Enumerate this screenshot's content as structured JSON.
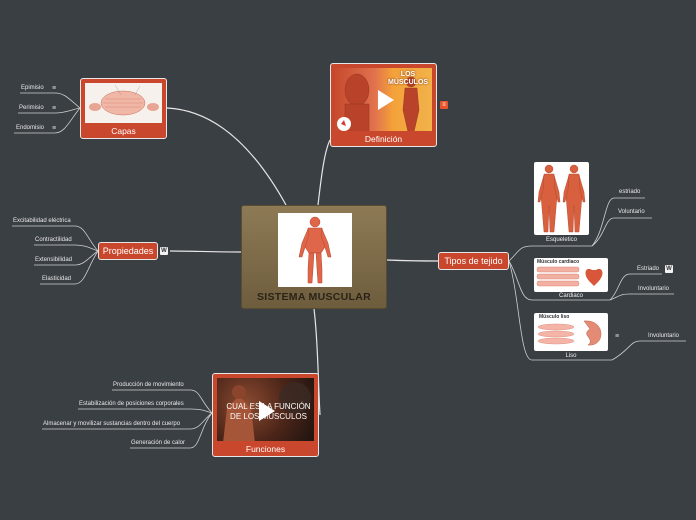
{
  "central": {
    "title": "SISTEMA MUSCULAR"
  },
  "definicion": {
    "label": "Definición",
    "video_title": "LOS MÚSCULOS"
  },
  "capas": {
    "label": "Capas",
    "items": [
      "Epimisio",
      "Perimisio",
      "Endomisio"
    ]
  },
  "propiedades": {
    "label": "Propiedades",
    "items": [
      "Excitabilidad eléctrica",
      "Contractilidad",
      "Extensibilidad",
      "Elasticidad"
    ]
  },
  "funciones": {
    "label": "Funciones",
    "video_title": "CUAL ES LA FUNCIÓN DE LOS MUSCULOS",
    "items": [
      "Producción de movimiento",
      "Estabilización de posiciones corporales",
      "Almacenar y movilizar sustancias dentro del cuerpo",
      "Generación de calor"
    ]
  },
  "tipos": {
    "label": "Tipos de tejido",
    "esqueletico": {
      "label": "Esqueletico",
      "items": [
        "estriado",
        "Voluntario"
      ]
    },
    "cardiaco": {
      "label": "Cardiaco",
      "img_text": "Músculo cardiaco",
      "items": [
        "Estriado",
        "Involuntario"
      ]
    },
    "liso": {
      "label": "Liso",
      "img_text": "Músculo liso",
      "items": [
        "Involuntario"
      ]
    }
  },
  "icons": {
    "note": "≡",
    "wiki": "W"
  },
  "colors": {
    "background": "#3a3f44",
    "topic": "#c9472c",
    "central": "#7f6c48",
    "line": "#e6e6e6"
  }
}
